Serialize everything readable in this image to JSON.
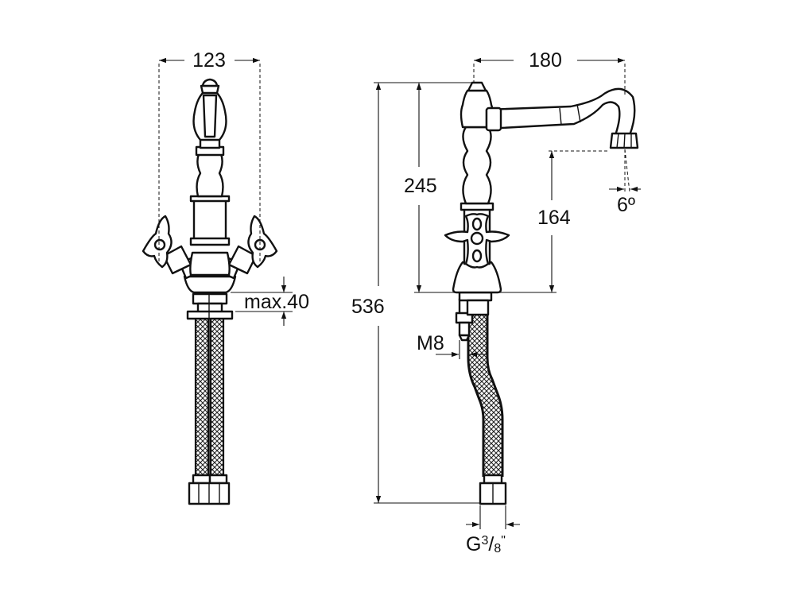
{
  "front_view": {
    "width_dim": "123",
    "mount_thickness_dim": "max.40"
  },
  "side_view": {
    "reach_dim": "180",
    "body_height_dim": "245",
    "spout_height_dim": "164",
    "total_height_dim": "536",
    "spout_angle_dim": "6º",
    "mount_thread_dim": "M8",
    "hose_thread_dim": {
      "prefix": "G",
      "numerator": "3",
      "denominator": "8",
      "suffix": "\""
    }
  }
}
